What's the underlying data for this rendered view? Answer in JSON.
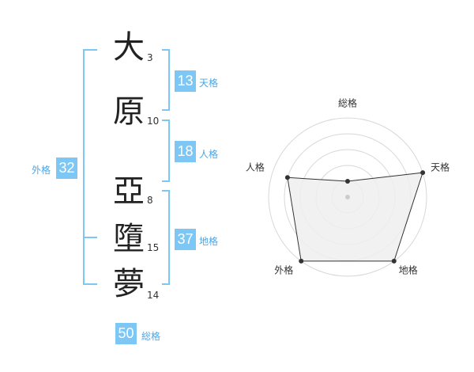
{
  "name": {
    "chars": [
      {
        "char": "大",
        "strokes": "3"
      },
      {
        "char": "原",
        "strokes": "10"
      },
      {
        "char": "亞",
        "strokes": "8"
      },
      {
        "char": "墮",
        "strokes": "15"
      },
      {
        "char": "夢",
        "strokes": "14"
      }
    ]
  },
  "fortunes": {
    "tenkaku": {
      "value": "13",
      "label": "天格"
    },
    "jinkaku": {
      "value": "18",
      "label": "人格"
    },
    "chikaku": {
      "value": "37",
      "label": "地格"
    },
    "gaikaku": {
      "value": "32",
      "label": "外格"
    },
    "soukaku": {
      "value": "50",
      "label": "総格"
    }
  },
  "chart_data": {
    "type": "radar",
    "axes": [
      "総格",
      "天格",
      "地格",
      "外格",
      "人格"
    ],
    "values": [
      1,
      5,
      5,
      5,
      4
    ],
    "max": 5,
    "grid_levels": 5,
    "series_color": "#333333",
    "fill_color": "#efefef",
    "grid_color": "#d8d8d8"
  },
  "colors": {
    "accent": "#7cc7f5",
    "label": "#4aa6e6"
  }
}
